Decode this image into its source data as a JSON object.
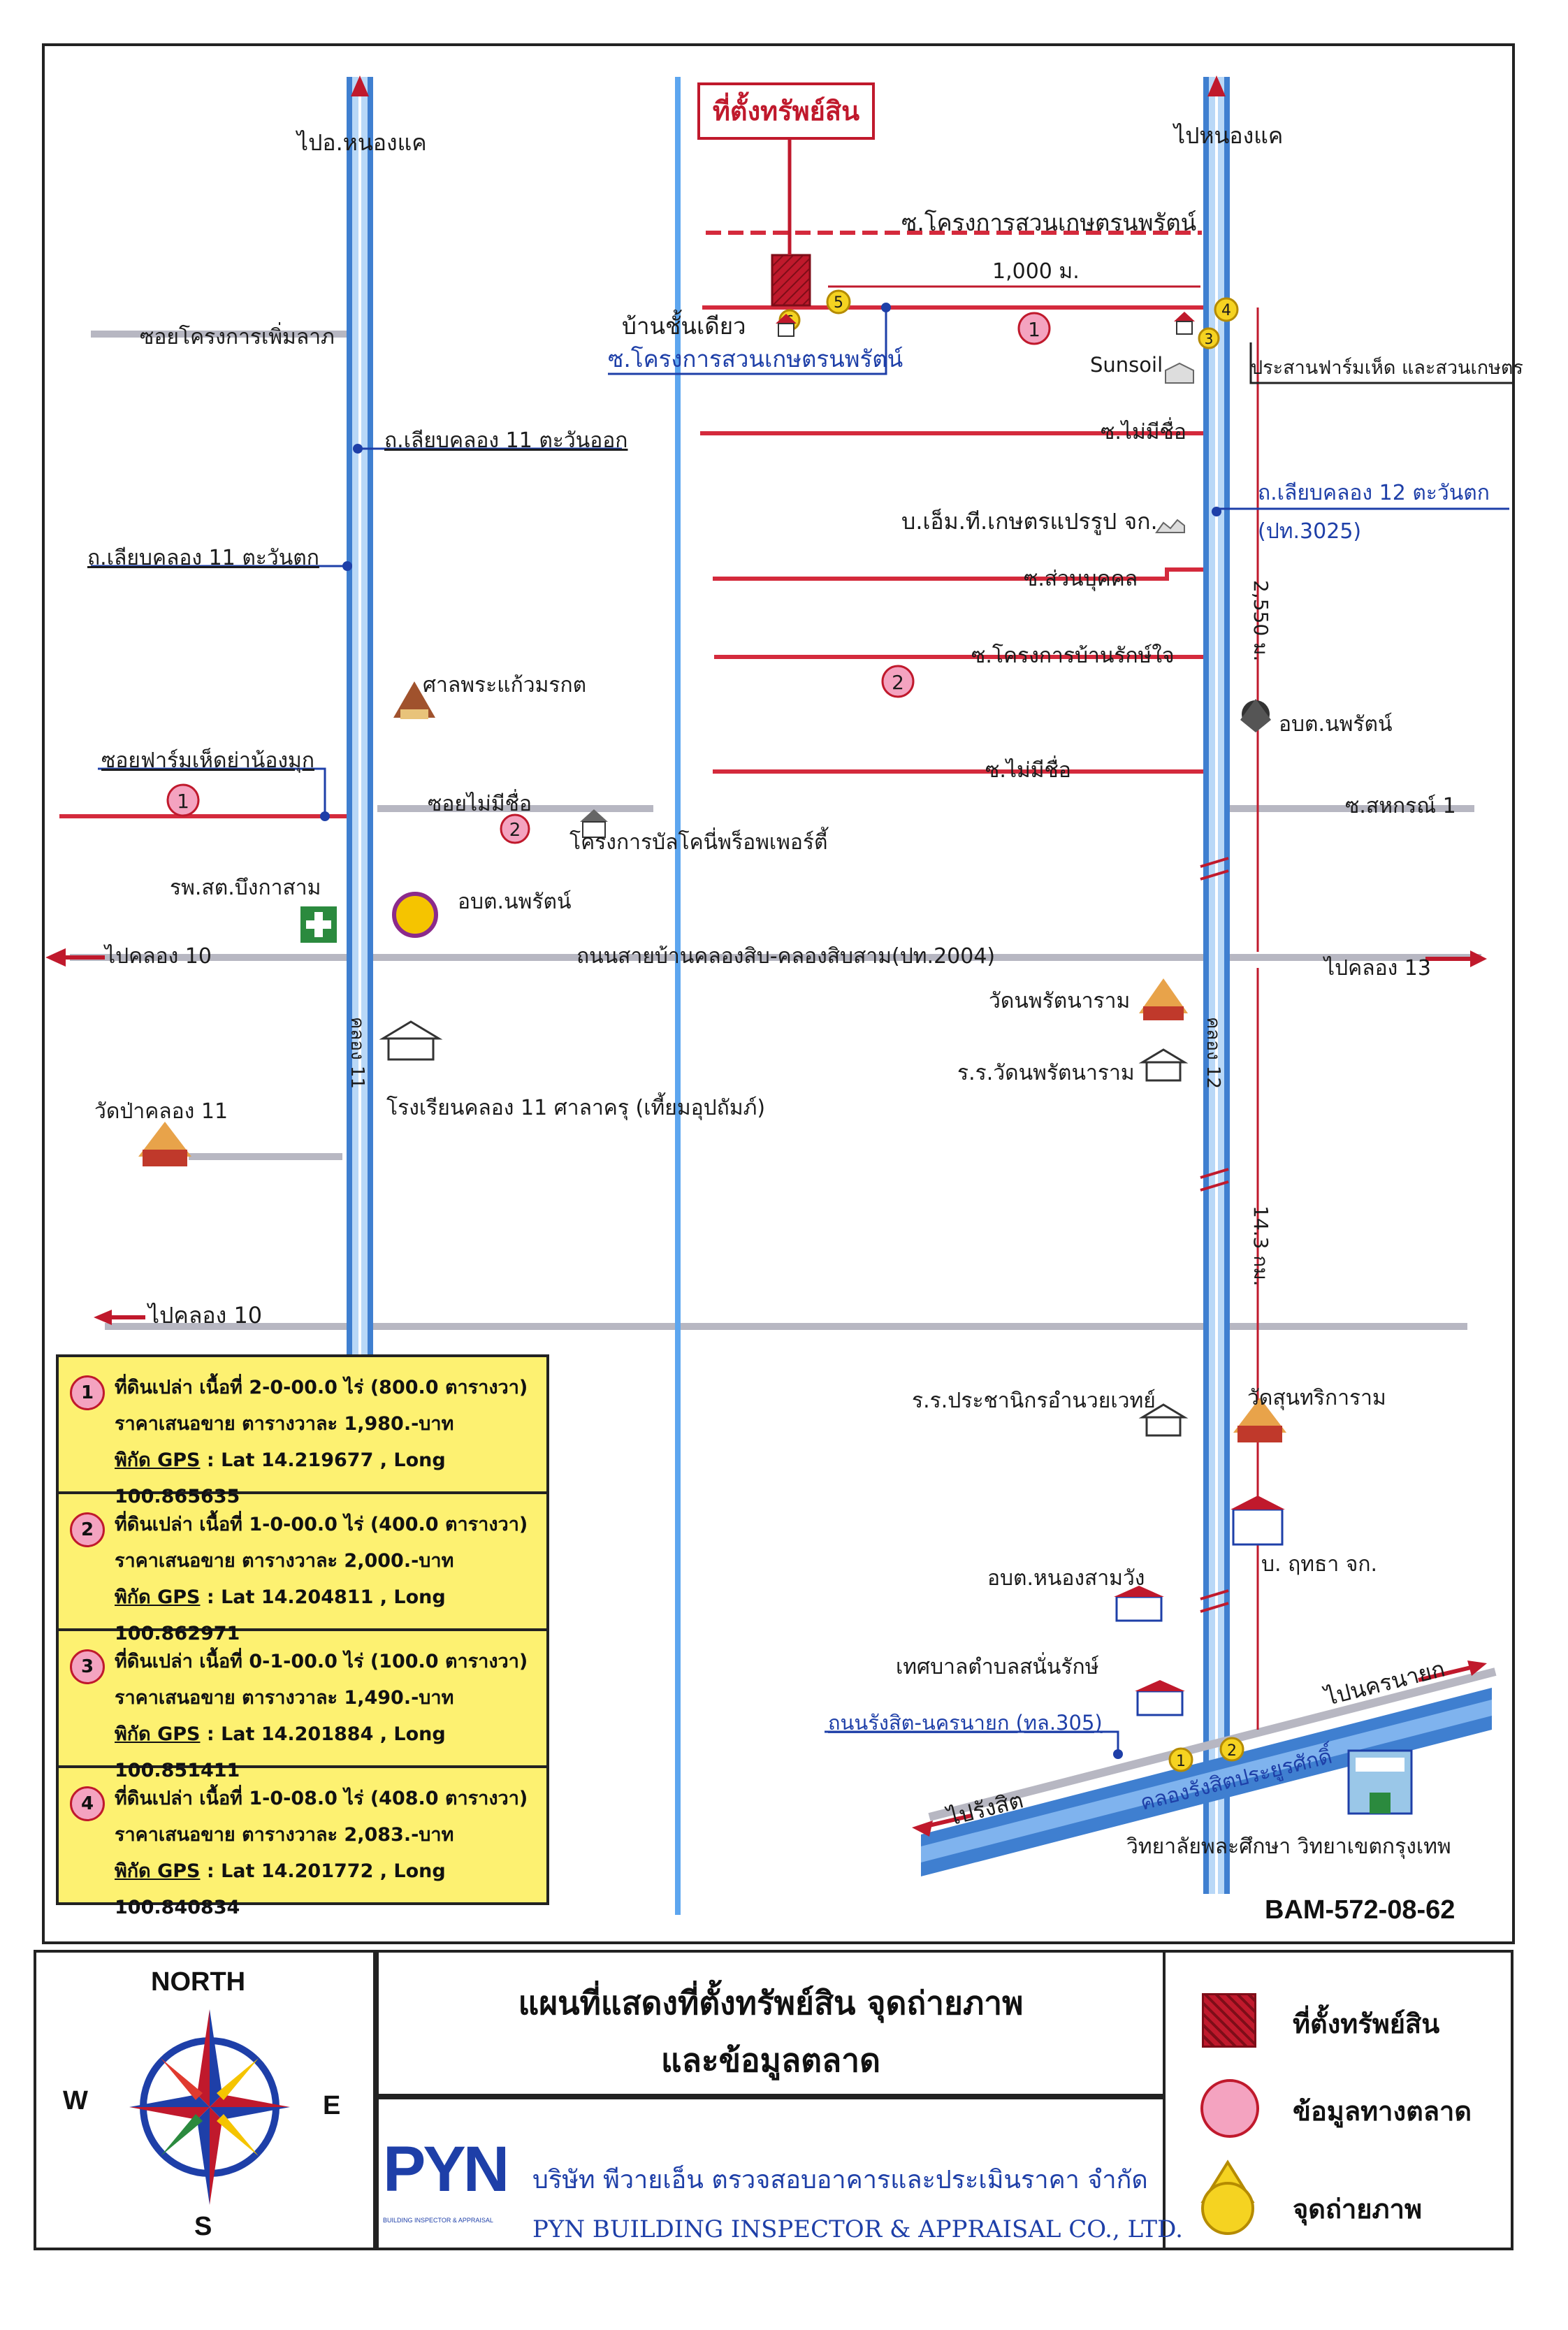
{
  "map": {
    "roads_top": {
      "to_nong_khae_left": "ไปอ.หนองแค",
      "to_nong_khae_right": "ไปหนองแค",
      "property_callout": "ที่ตั้งทรัพย์สิน",
      "soi_suan_kaset_top": "ซ.โครงการสวนเกษตรนพรัตน์",
      "distance_1000": "1,000 ม.",
      "single_house": "บ้านชั้นเดียว",
      "soi_suan_kaset_bottom": "ซ.โครงการสวนเกษตรนพรัตน์",
      "soi_phoem_lap": "ซอยโครงการเพิ่มลาภ",
      "sunsoil": "Sunsoil",
      "prasan_farm": "ประสานฟาร์มเห็ด และสวนเกษตร",
      "liap_11_east": "ถ.เลียบคลอง 11 ตะวันออก",
      "soi_no_name_1": "ซ.ไม่มีชื่อ",
      "liap_12_west": "ถ.เลียบคลอง 12 ตะวันตก",
      "pt_3025": "(ปท.3025)",
      "mt_kaset": "บ.เอ็ม.ที.เกษตรแปรรูป จก.",
      "liap_11_west": "ถ.เลียบคลอง 11 ตะวันตก",
      "soi_private": "ซ.ส่วนบุคคล",
      "distance_2550": "2,550 ม.",
      "soi_ban_rak_jai": "ซ.โครงการบ้านรักษ์ใจ",
      "san_phra_kaeo": "ศาลพระแก้วมรกต",
      "obt_nopparat_top": "อบต.นพรัตน์",
      "soi_no_name_2": "ซ.ไม่มีชื่อ",
      "soi_farm_het": "ซอยฟาร์มเห็ดย่าน้องมุก",
      "soi_mai_mi_chue": "ซอยไม่มีชื่อ",
      "soi_sahakorn": "ซ.สหกรณ์ 1",
      "balcony_project": "โครงการบัลโคนี่พร็อพเพอร์ตี้",
      "rph_bueng_ka_sam": "รพ.สต.บึงกาสาม",
      "obt_nopparat_mid": "อบต.นพรัตน์",
      "to_khlong_10_top": "ไปคลอง 10",
      "main_road": "ถนนสายบ้านคลองสิบ-คลองสิบสาม(ปท.2004)",
      "to_khlong_13": "ไปคลอง 13",
      "wat_nopparat": "วัดนพรัตนาราม",
      "khlong_11": "คลอง 11",
      "khlong_12": "คลอง 12",
      "rr_wat_nopparat": "ร.ร.วัดนพรัตนาราม",
      "school_khlong_11": "โรงเรียนคลอง 11 ศาลาครุ (เที้ยมอุปถัมภ์)",
      "wat_pa_khlong_11": "วัดป่าคลอง 11",
      "distance_14_3": "14.3 กม.",
      "to_khlong_10_bottom": "ไปคลอง 10",
      "rr_prachanikorn": "ร.ร.ประชานิกรอำนวยเวทย์",
      "wat_sunthari": "วัดสุนทริการาม",
      "b_rutha": "บ. ฤทธา จก.",
      "obt_nong_sam_wang": "อบต.หนองสามวัง",
      "tessaban_salan_rak": "เทศบาลตำบลสนั่นรักษ์",
      "rangsit_nakhon_nayok_road": "ถนนรังสิต-นครนายก (ทล.305)",
      "to_nakhon_nayok": "ไปนครนายก",
      "to_rangsit": "ไปรังสิต",
      "khlong_rangsit": "คลองรังสิตประยูรศักดิ์",
      "college": "วิทยาลัยพละศึกษา วิทยาเขตกรุงเทพ",
      "doc_code": "BAM-572-08-62"
    },
    "market_markers": [
      "1",
      "2",
      "1",
      "2"
    ],
    "photo_markers": [
      "1",
      "2",
      "3",
      "4",
      "5",
      "6"
    ]
  },
  "info": [
    {
      "num": "1",
      "line1": "ที่ดินเปล่า  เนื้อที่ 2-0-00.0 ไร่ (800.0 ตารางวา)",
      "line2": "ราคาเสนอขาย ตารางวาละ 1,980.-บาท",
      "gps_label": "พิกัด GPS",
      "gps": " : Lat  14.219677 , Long 100.865635"
    },
    {
      "num": "2",
      "line1": "ที่ดินเปล่า  เนื้อที่ 1-0-00.0 ไร่ (400.0 ตารางวา)",
      "line2": "ราคาเสนอขาย ตารางวาละ 2,000.-บาท",
      "gps_label": "พิกัด GPS",
      "gps": " : Lat  14.204811 , Long 100.862971"
    },
    {
      "num": "3",
      "line1": "ที่ดินเปล่า  เนื้อที่ 0-1-00.0 ไร่ (100.0 ตารางวา)",
      "line2": "ราคาเสนอขาย ตารางวาละ 1,490.-บาท",
      "gps_label": "พิกัด GPS",
      "gps": " : Lat 14.201884 , Long 100.851411"
    },
    {
      "num": "4",
      "line1": "ที่ดินเปล่า  เนื้อที่ 1-0-08.0 ไร่ (408.0 ตารางวา)",
      "line2": "ราคาเสนอขาย ตารางวาละ 2,083.-บาท",
      "gps_label": "พิกัด GPS",
      "gps": " : Lat  14.201772 , Long 100.840834"
    }
  ],
  "legend": {
    "north": "NORTH",
    "west": "W",
    "east": "E",
    "south": "S",
    "title_line1": "แผนที่แสดงที่ตั้งทรัพย์สิน จุดถ่ายภาพ",
    "title_line2": "และข้อมูลตลาด",
    "item_property": "ที่ตั้งทรัพย์สิน",
    "item_market": "ข้อมูลทางตลาด",
    "item_photo": "จุดถ่ายภาพ",
    "company_th": "บริษัท พีวายเอ็น ตรวจสอบอาคารและประเมินราคา จำกัด",
    "company_en": "PYN BUILDING INSPECTOR & APPRAISAL CO., LTD.",
    "logo_text": "PYN",
    "logo_sub": "BUILDING INSPECTOR & APPRAISAL"
  },
  "colors": {
    "canal": "#3f7fd0",
    "road_red": "#d42a3c",
    "road_grey": "#b7b7c2",
    "market": "#f4a3c0",
    "photo": "#f5d321",
    "property": "#c0192c"
  }
}
